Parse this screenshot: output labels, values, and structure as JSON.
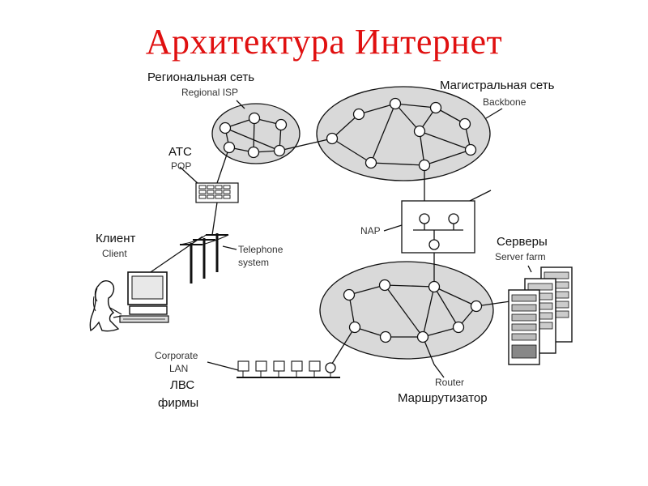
{
  "title": "Архитектура Интернет",
  "labels": {
    "regional_ru": "Региональная сеть",
    "regional_en": "Regional ISP",
    "backbone_ru": "Магистральная сеть",
    "backbone_en": "Backbone",
    "ats_ru": "АТС",
    "ats_en": "POP",
    "nap_en": "NAP",
    "client_ru": "Клиент",
    "client_en": "Client",
    "telephone_en_1": "Telephone",
    "telephone_en_2": "system",
    "servers_ru": "Серверы",
    "servers_en": "Server farm",
    "corporate_en_1": "Corporate",
    "corporate_en_2": "LAN",
    "lan_ru_1": "ЛВС",
    "lan_ru_2": "фирмы",
    "router_en": "Router",
    "router_ru": "Маршрутизатор"
  },
  "colors": {
    "title": "#e01010",
    "cloud_fill": "#d9d9d9",
    "line": "#111111",
    "node_fill": "#ffffff"
  }
}
